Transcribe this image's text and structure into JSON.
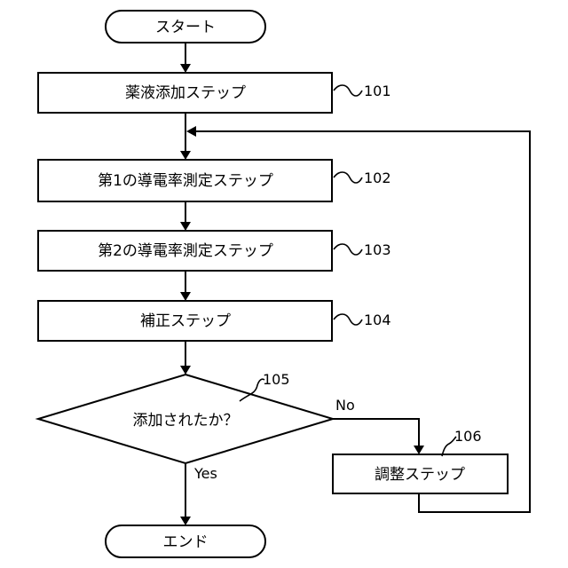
{
  "flowchart": {
    "start": "スタート",
    "end": "エンド",
    "steps": [
      {
        "label": "薬液添加ステップ",
        "ref": "101"
      },
      {
        "label": "第1の導電率測定ステップ",
        "ref": "102"
      },
      {
        "label": "第2の導電率測定ステップ",
        "ref": "103"
      },
      {
        "label": "補正ステップ",
        "ref": "104"
      }
    ],
    "decision": {
      "label": "添加されたか？",
      "ref": "105",
      "yes": "Yes",
      "no": "No"
    },
    "adjust": {
      "label": "調整ステップ",
      "ref": "106"
    }
  }
}
